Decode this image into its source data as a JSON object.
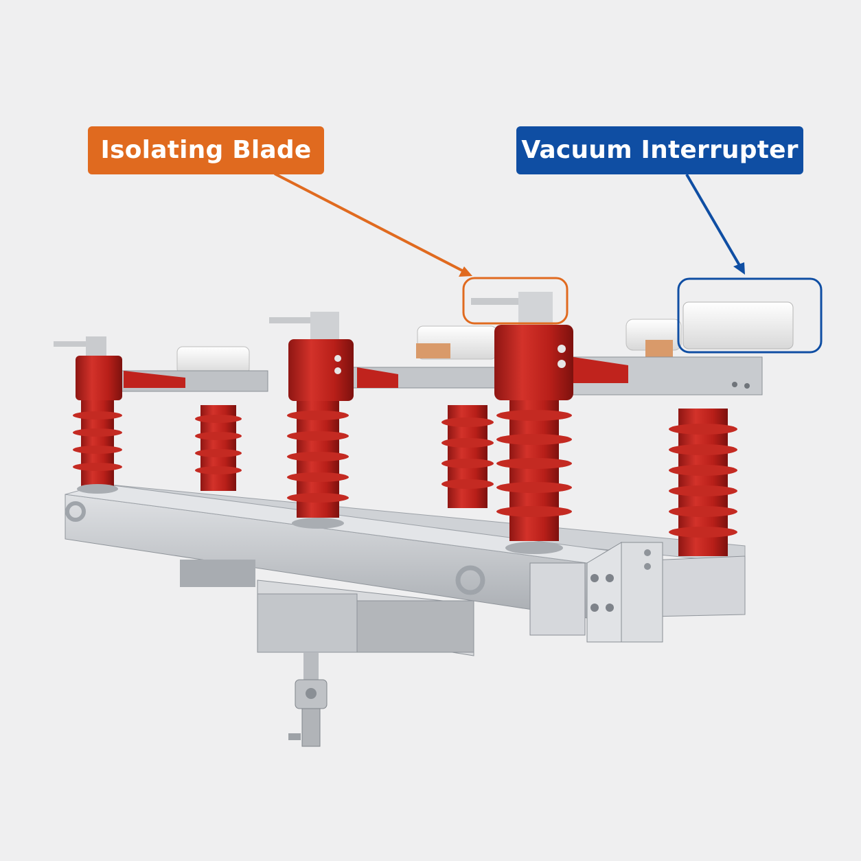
{
  "callouts": [
    {
      "label": "Isolating Blade",
      "color": "#e06a1f"
    },
    {
      "label": "Vacuum Interrupter",
      "color": "#0f4ea3"
    }
  ],
  "colors": {
    "background": "#efeff0",
    "insulator_red": "#c0241d",
    "insulator_dark": "#8f1613",
    "steel": "#c9ccd0",
    "interrupter_white": "#f4f4f4"
  },
  "image": {
    "subject": "outdoor high-voltage load-break switch with three pole pairs on a galvanized steel base frame"
  }
}
